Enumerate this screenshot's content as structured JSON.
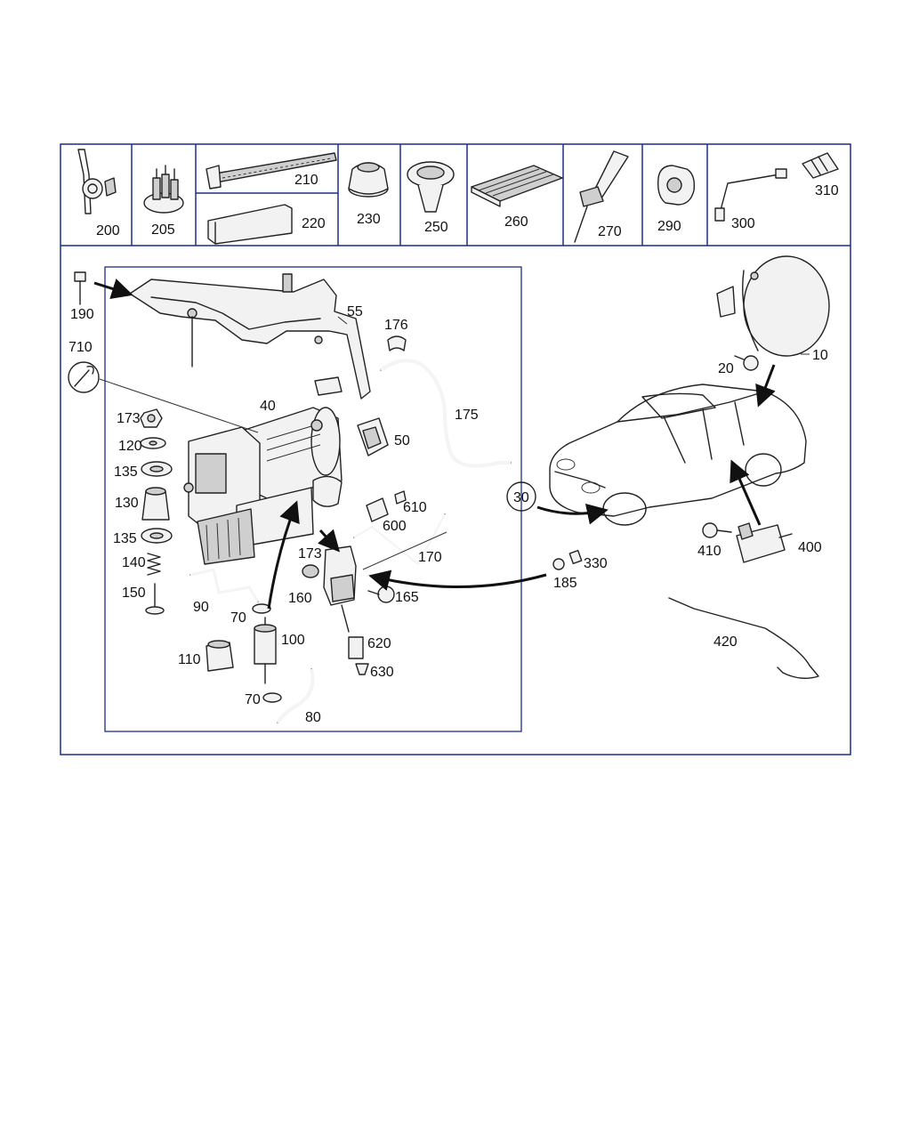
{
  "labels": {
    "p200": "200",
    "p205": "205",
    "p210": "210",
    "p220": "220",
    "p230": "230",
    "p250": "250",
    "p260": "260",
    "p270": "270",
    "p290": "290",
    "p300": "300",
    "p310": "310",
    "p190": "190",
    "p55": "55",
    "p176": "176",
    "p710": "710",
    "p175": "175",
    "p40": "40",
    "p173a": "173",
    "p120": "120",
    "p50": "50",
    "p135a": "135",
    "p130": "130",
    "p610": "610",
    "p600": "600",
    "p135b": "135",
    "p140": "140",
    "p173b": "173",
    "p170": "170",
    "p150": "150",
    "p160": "160",
    "p165": "165",
    "p90": "90",
    "p70a": "70",
    "p100": "100",
    "p620": "620",
    "p110": "110",
    "p630": "630",
    "p70b": "70",
    "p80": "80",
    "p10": "10",
    "p20": "20",
    "p30": "30",
    "p400": "400",
    "p410": "410",
    "p330": "330",
    "p185": "185",
    "p420": "420"
  },
  "colors": {
    "frame": "#1c2f86",
    "line": "#222222",
    "background": "#ffffff"
  }
}
